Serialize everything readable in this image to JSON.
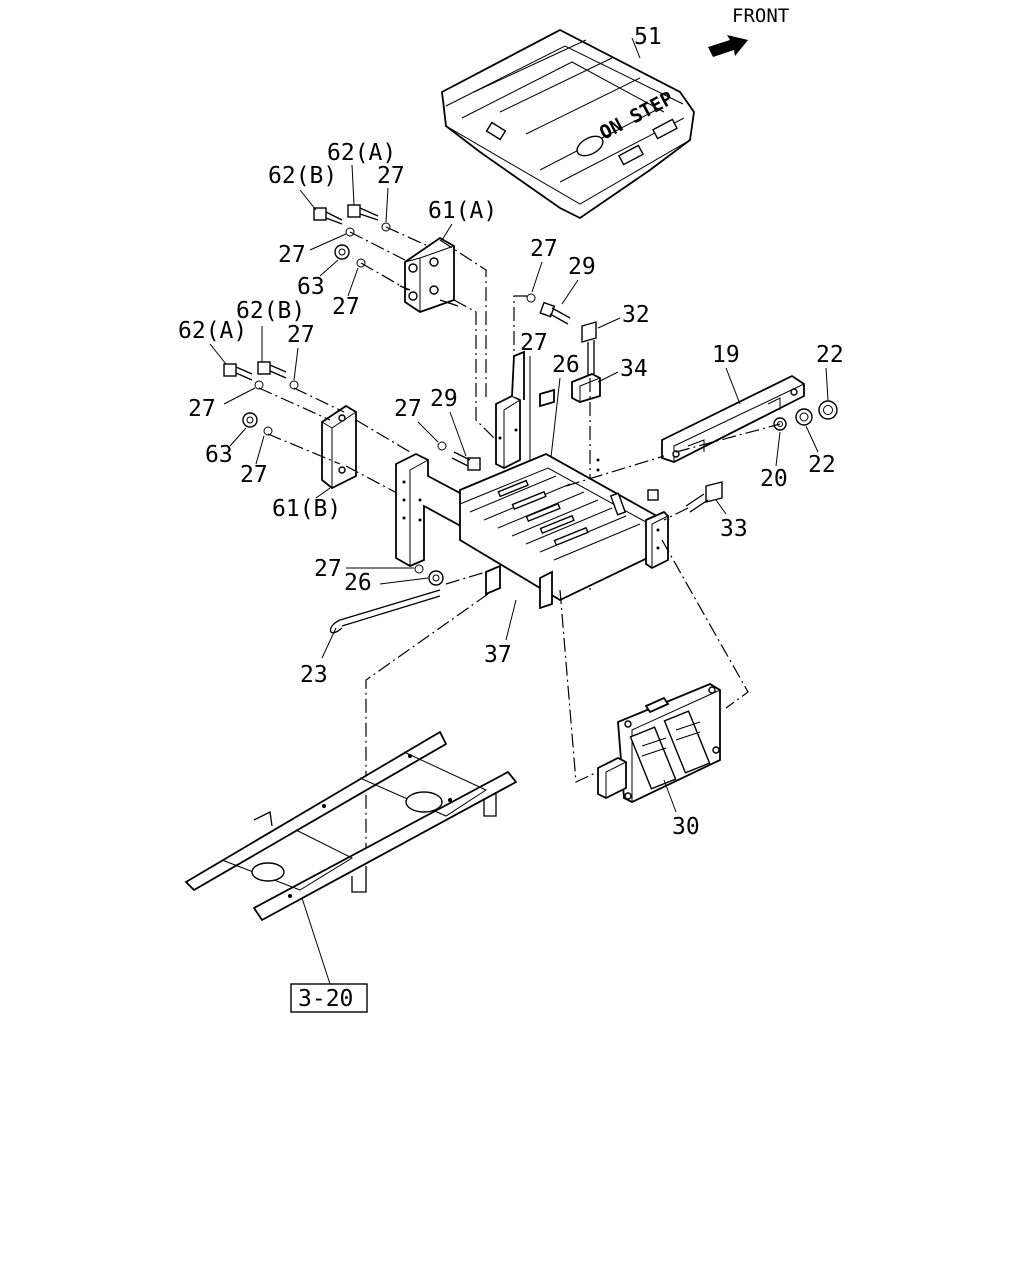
{
  "front_label": "FRONT",
  "reference_box": "3-20",
  "callouts": {
    "c51": "51",
    "c62A_top": "62(A)",
    "c62B_top": "62(B)",
    "c27_a": "27",
    "c61A": "61(A)",
    "c27_b": "27",
    "c63_top": "63",
    "c27_c": "27",
    "c27_d": "27",
    "c29_top": "29",
    "c32": "32",
    "c62A_left": "62(A)",
    "c62B_left": "62(B)",
    "c27_e": "27",
    "c27_f": "27",
    "c26_top": "26",
    "c34": "34",
    "c19": "19",
    "c22_top": "22",
    "c27_g": "27",
    "c29_mid": "29",
    "c27_h": "27",
    "c63_left": "63",
    "c27_i": "27",
    "c20": "20",
    "c22_bot": "22",
    "c61B": "61(B)",
    "c33": "33",
    "c27_j": "27",
    "c26_bot": "26",
    "c23": "23",
    "c37": "37",
    "c30": "30"
  },
  "cover_marking": "ON STEP"
}
